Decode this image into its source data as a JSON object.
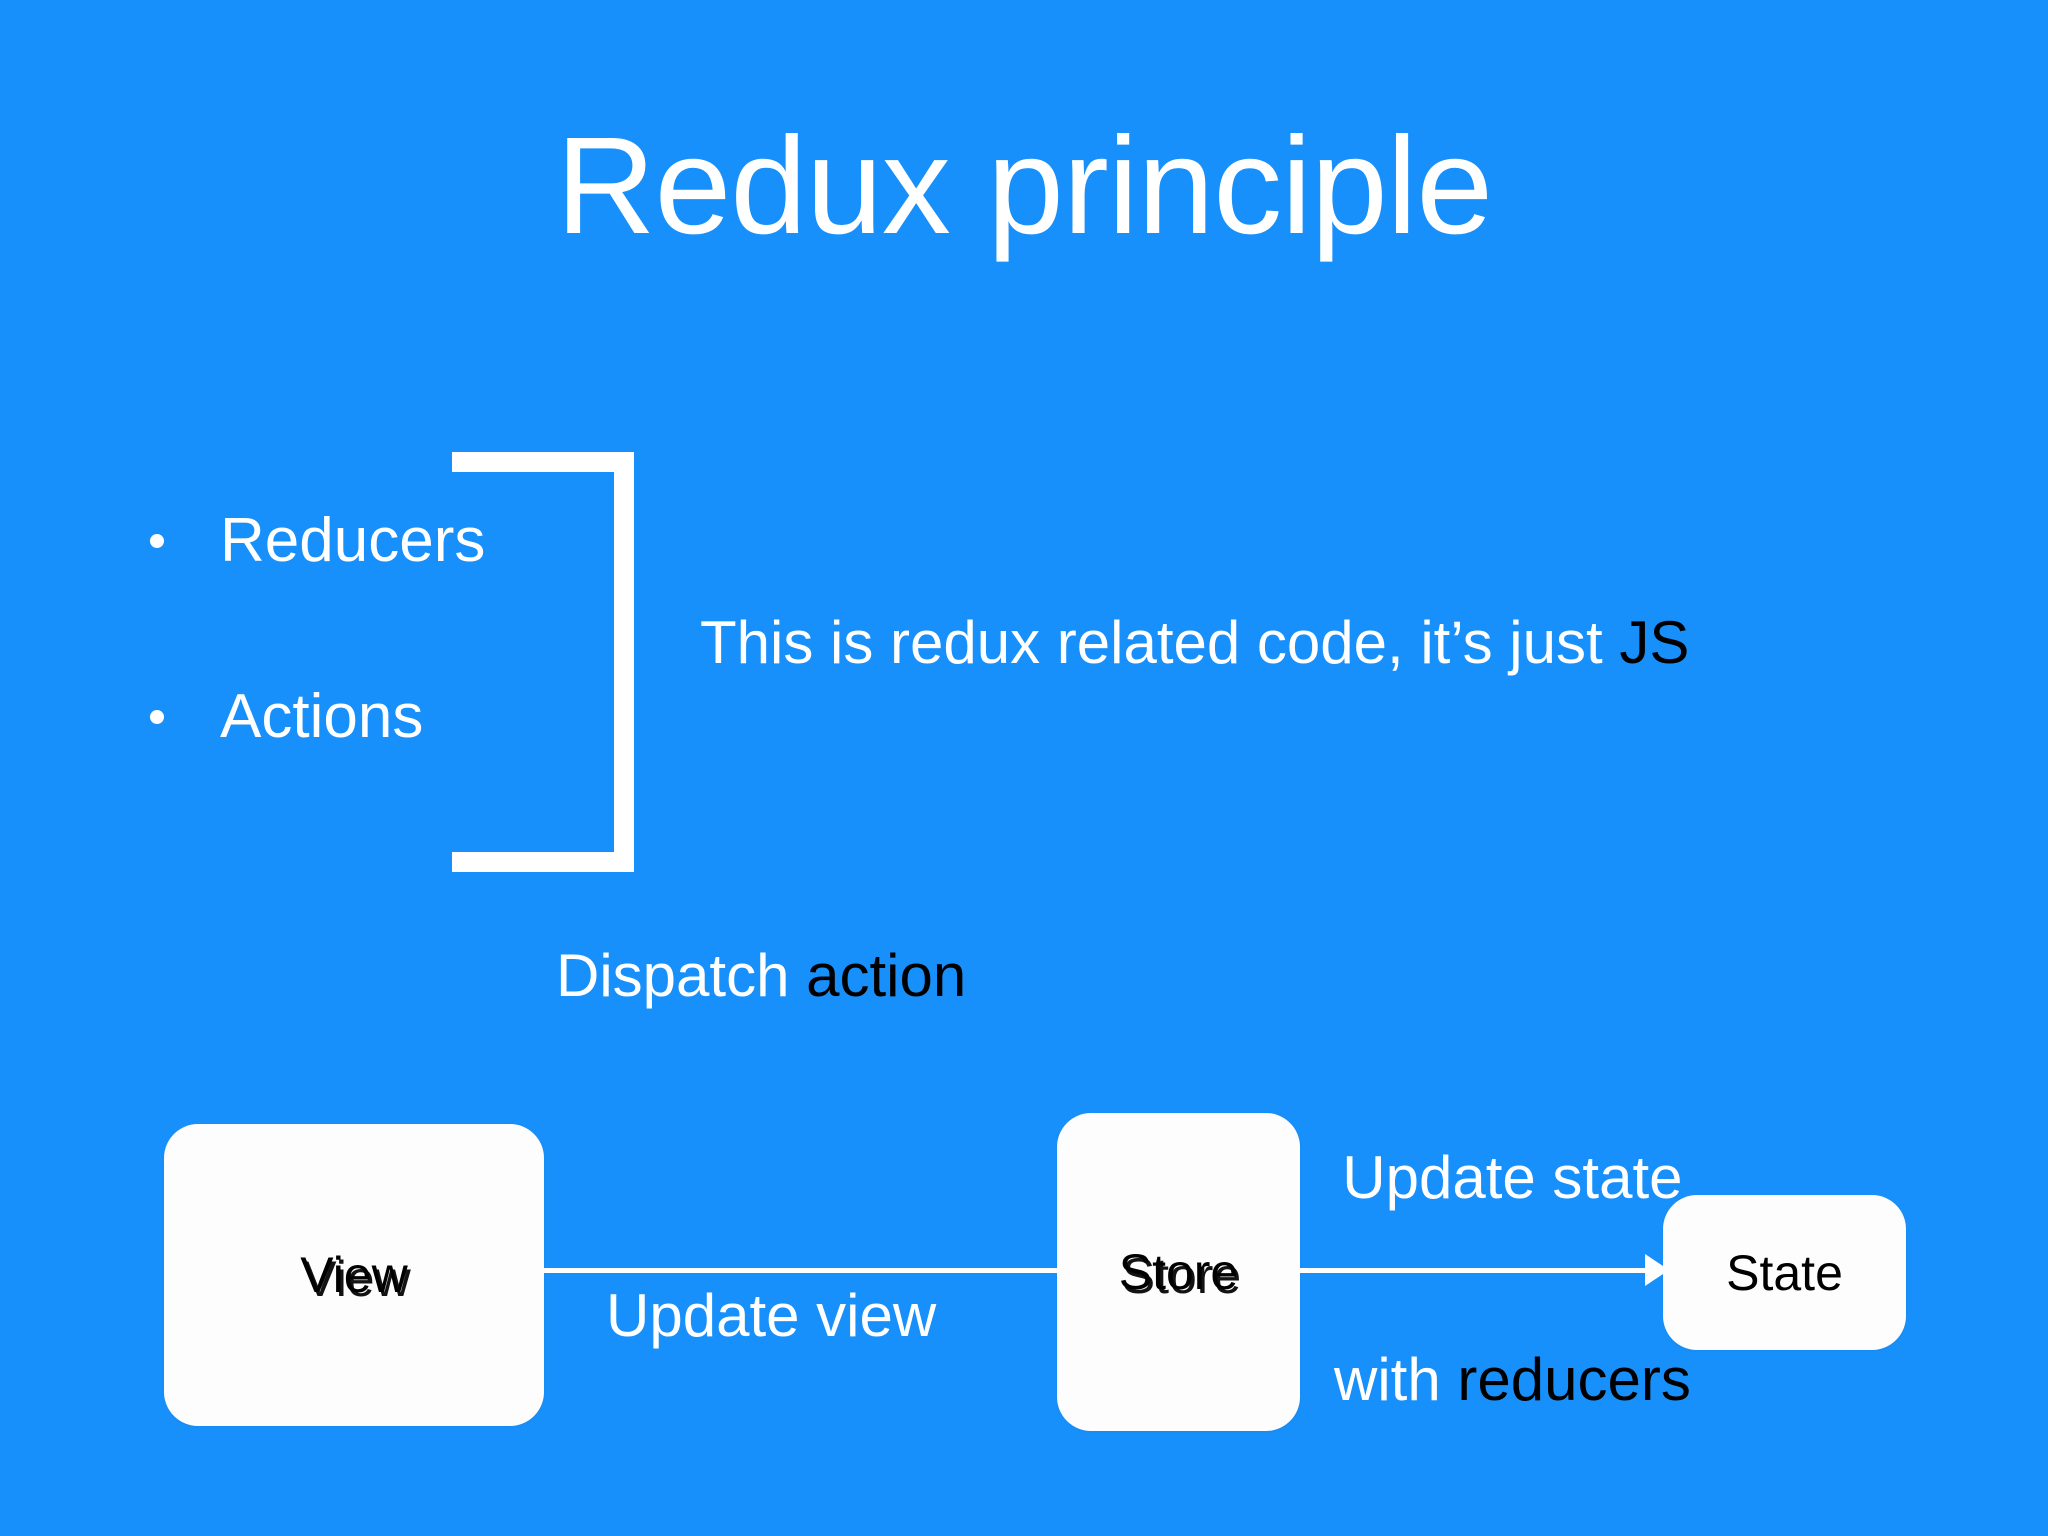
{
  "slide": {
    "title": "Redux principle",
    "background_color": "#1890fb",
    "text_color": "#ffffff",
    "emphasis_color": "#000000",
    "node_fill_color": "#fdfdfd"
  },
  "bullets": {
    "items": [
      {
        "label": "Reducers"
      },
      {
        "label": "Actions"
      }
    ],
    "bracket_icon": "right-curly-bracket-icon"
  },
  "side_note": {
    "lead": "This is redux related code, it’s just ",
    "emphasis": "JS"
  },
  "diagram": {
    "labels": {
      "dispatch_lead": "Dispatch ",
      "dispatch_emphasis": "action",
      "update_state_line1": "Update state",
      "update_state_line2_lead": "with ",
      "update_state_line2_emphasis": "reducers",
      "update_view": "Update view"
    },
    "nodes": [
      {
        "id": "view",
        "label": "View"
      },
      {
        "id": "store",
        "label": "Store"
      },
      {
        "id": "state",
        "label": "State"
      }
    ],
    "connectors": [
      {
        "from": "View",
        "to": "Store",
        "label": "Update view",
        "arrow": false
      },
      {
        "from": "Store",
        "to": "State",
        "label": "Update state with reducers",
        "arrow": true
      }
    ]
  }
}
